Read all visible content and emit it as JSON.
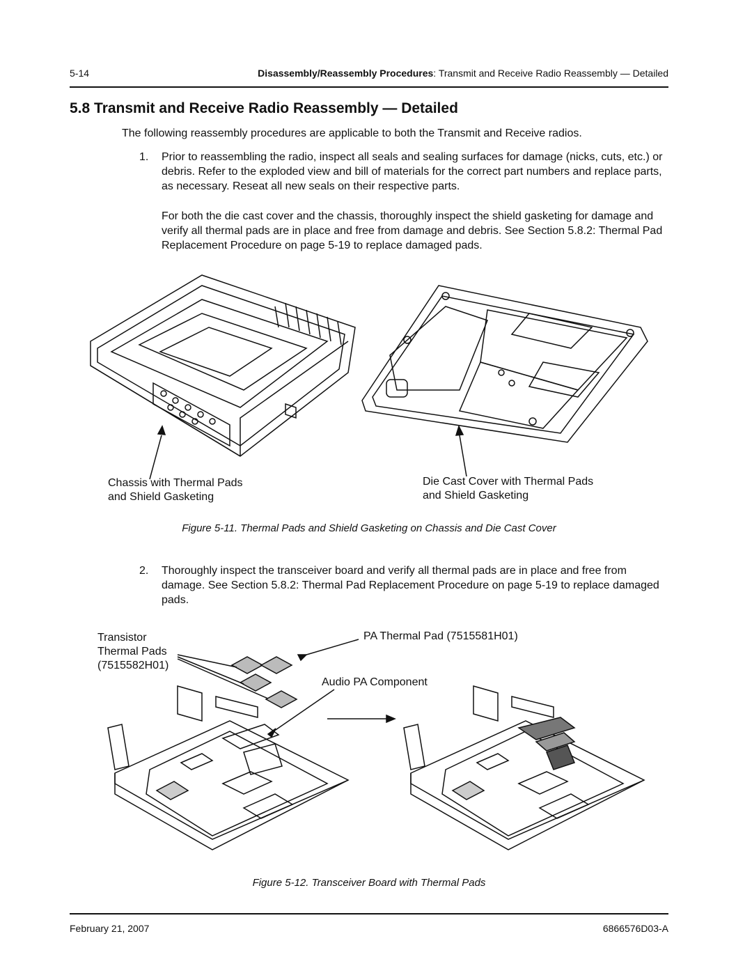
{
  "header": {
    "page_num": "5-14",
    "title_bold": "Disassembly/Reassembly Procedures",
    "title_rest": ": Transmit and Receive Radio Reassembly — Detailed"
  },
  "section": {
    "title": "5.8  Transmit and Receive Radio Reassembly — Detailed",
    "intro": "The following reassembly procedures are applicable to both the Transmit and Receive radios."
  },
  "steps": [
    {
      "num": "1.",
      "text": "Prior to reassembling the radio, inspect all seals and sealing surfaces for damage (nicks, cuts, etc.) or debris. Refer to the exploded view and bill of materials for the correct part numbers and replace parts, as necessary. Reseat all new seals on their respective parts.",
      "extra": "For both the die cast cover and the chassis, thoroughly inspect the shield gasketing for damage and verify all thermal pads are in place and free from damage and debris. See Section 5.8.2: Thermal Pad Replacement Procedure on page 5-19 to replace damaged pads."
    },
    {
      "num": "2.",
      "text": "Thoroughly inspect the transceiver board and verify all thermal pads are in place and free from damage. See Section 5.8.2: Thermal Pad Replacement Procedure on page 5-19 to replace damaged pads."
    }
  ],
  "figure11": {
    "label_left_1": "Chassis with Thermal Pads",
    "label_left_2": "and Shield Gasketing",
    "label_right_1": "Die Cast Cover with Thermal Pads",
    "label_right_2": "and Shield Gasketing",
    "caption": "Figure 5-11.  Thermal Pads and Shield Gasketing on Chassis and Die Cast Cover"
  },
  "figure12": {
    "label_transistor": "Transistor",
    "label_thermal_pads": "Thermal Pads",
    "label_part1": "(7515582H01)",
    "label_pa": "PA Thermal Pad (7515581H01)",
    "label_audio": "Audio PA Component",
    "caption": "Figure 5-12.  Transceiver Board with Thermal Pads"
  },
  "footer": {
    "date": "February 21, 2007",
    "doc_num": "6866576D03-A"
  }
}
